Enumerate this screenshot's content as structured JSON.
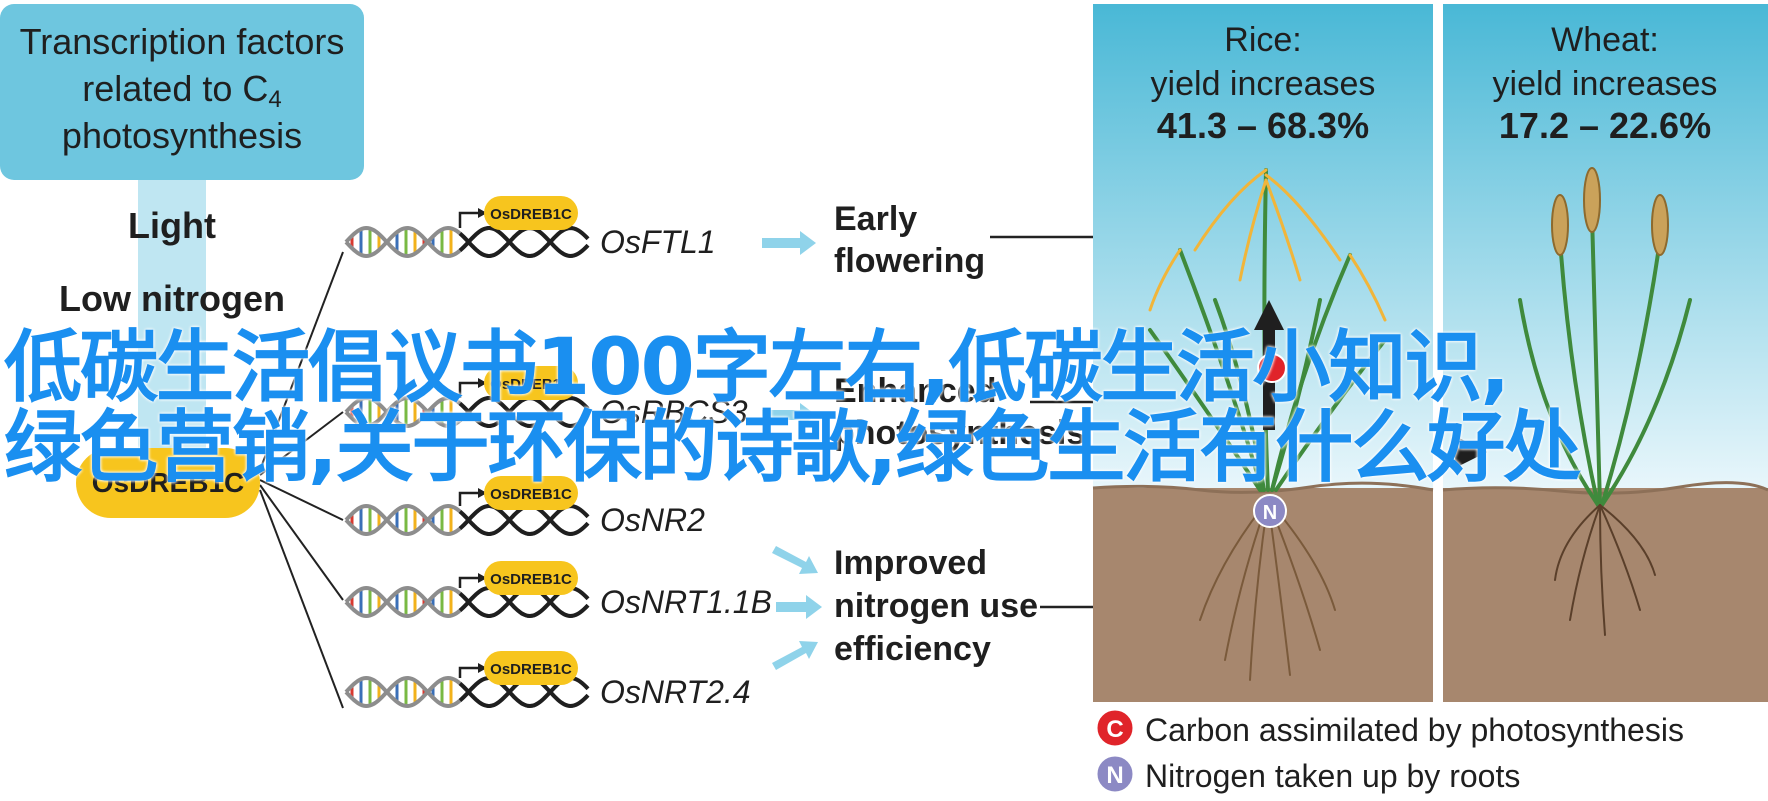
{
  "title": {
    "line1": "Transcription factors",
    "line2_prefix": "related to C",
    "line2_sub": "4",
    "line3": "photosynthesis"
  },
  "signals": {
    "light": "Light",
    "low_nitrogen": "Low nitrogen"
  },
  "master_gene": "OsDREB1C",
  "promoter_label": "OsDREB1C",
  "targets": [
    {
      "gene": "OsFTL1"
    },
    {
      "gene": "OsRBCS3"
    },
    {
      "gene": "OsNR2"
    },
    {
      "gene": "OsNRT1.1B"
    },
    {
      "gene": "OsNRT2.4"
    }
  ],
  "effects": {
    "early_line1": "Early",
    "early_line2": "flowering",
    "photo_line1": "Enhanced",
    "photo_line2": "photosynthesis",
    "nue_line1": "Improved",
    "nue_line2": "nitrogen use",
    "nue_line3": "efficiency"
  },
  "panels": {
    "rice": {
      "line1": "Rice:",
      "line2": "yield increases",
      "range": "41.3 – 68.3%"
    },
    "wheat": {
      "line1": "Wheat:",
      "line2": "yield increases",
      "range": "17.2 – 22.6%"
    }
  },
  "legend": {
    "carbon_letter": "C",
    "carbon_text": "Carbon assimilated by photosynthesis",
    "nitrogen_letter": "N",
    "nitrogen_text": "Nitrogen taken up by roots"
  },
  "overlay": {
    "line1": "低碳生活倡议书100字左右,低碳生活小知识,",
    "line2": "绿色营销,关于环保的诗歌,绿色生活有什么好处"
  },
  "colors": {
    "title_box": "#6ec6df",
    "sky_top": "#49b8d6",
    "sky_bottom": "#e8f6fb",
    "soil": "#a7876e",
    "gene_pill": "#f7c51e",
    "arrow_blue": "#8fd3ea",
    "carbon_red": "#e0242a",
    "nitrogen_purple": "#8c89c4",
    "overlay_blue": "#1a8ff0"
  }
}
